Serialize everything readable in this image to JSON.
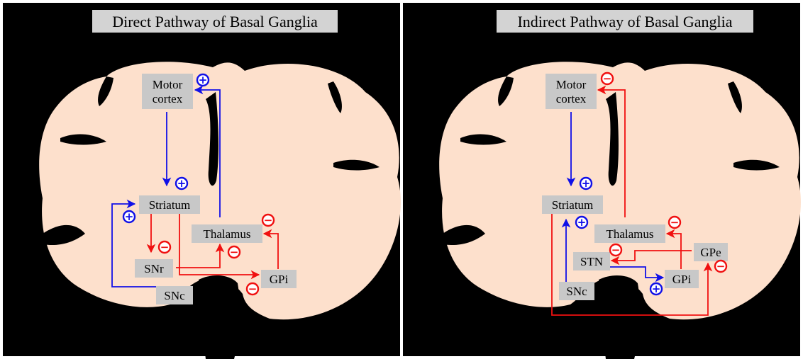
{
  "colors": {
    "excitatory": "#1010e8",
    "inhibitory": "#f01010",
    "brain": "#fde0cc",
    "label_box": "#c8c8c8"
  },
  "panels": [
    {
      "title": "Direct Pathway of Basal Ganglia",
      "nodes": {
        "motor_cortex": [
          "Motor",
          "cortex"
        ],
        "striatum": "Striatum",
        "thalamus": "Thalamus",
        "snr": "SNr",
        "snc": "SNc",
        "gpi": "GPi"
      },
      "connections": [
        {
          "from": "Motor cortex",
          "to": "Striatum",
          "sign": "+"
        },
        {
          "from": "SNc",
          "to": "Striatum",
          "sign": "+"
        },
        {
          "from": "Striatum",
          "to": "SNr",
          "sign": "-"
        },
        {
          "from": "Striatum",
          "to": "GPi",
          "sign": "-"
        },
        {
          "from": "SNr",
          "to": "Thalamus",
          "sign": "-"
        },
        {
          "from": "GPi",
          "to": "Thalamus",
          "sign": "-"
        },
        {
          "from": "Thalamus",
          "to": "Motor cortex",
          "sign": "+"
        }
      ]
    },
    {
      "title": "Indirect Pathway of Basal Ganglia",
      "nodes": {
        "motor_cortex": [
          "Motor",
          "cortex"
        ],
        "striatum": "Striatum",
        "thalamus": "Thalamus",
        "stn": "STN",
        "gpe": "GPe",
        "snc": "SNc",
        "gpi": "GPi"
      },
      "connections": [
        {
          "from": "Motor cortex",
          "to": "Striatum",
          "sign": "+"
        },
        {
          "from": "SNc",
          "to": "Striatum",
          "sign": "+"
        },
        {
          "from": "Striatum",
          "to": "GPe",
          "sign": "-"
        },
        {
          "from": "GPe",
          "to": "STN",
          "sign": "-"
        },
        {
          "from": "STN",
          "to": "GPi",
          "sign": "+"
        },
        {
          "from": "GPi",
          "to": "Thalamus",
          "sign": "-"
        },
        {
          "from": "Thalamus",
          "to": "Motor cortex",
          "sign": "-"
        }
      ]
    }
  ],
  "signs": {
    "plus": "+",
    "minus": "−"
  }
}
